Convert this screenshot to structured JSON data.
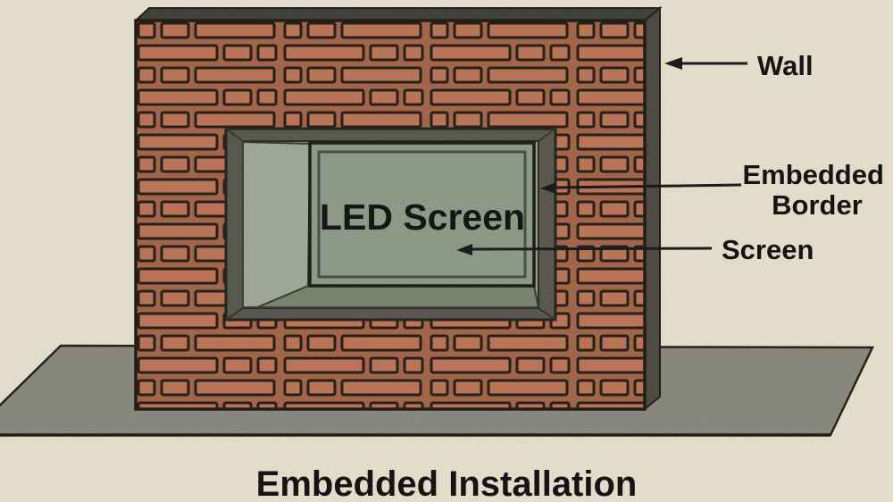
{
  "diagram": {
    "title": "Embedded Installation",
    "screen_panel_label": "LED Screen",
    "annotations": {
      "wall": "Wall",
      "embedded_border_line1": "Embedded",
      "embedded_border_line2": "Border",
      "screen": "Screen"
    },
    "colors": {
      "background": "#ede7d4",
      "ground": "#8f8e82",
      "wall_top_face": "#454640",
      "wall_side_face": "#504f48",
      "mortar": "#a96a4e",
      "brick": "#c27a5c",
      "brick_outline": "#2b211b",
      "frame": "#5d5d54",
      "recess_light": "#99a390",
      "jamb": "#a7aea0",
      "recess_floor": "#7f8974",
      "screen": "#94a08e",
      "text": "#161616",
      "arrow": "#1e1e1e"
    }
  }
}
